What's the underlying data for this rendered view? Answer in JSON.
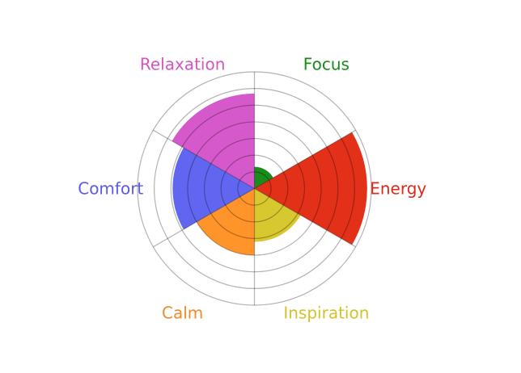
{
  "chart_data": {
    "type": "polar-bar",
    "title": "",
    "categories": [
      "Focus",
      "Energy",
      "Inspiration",
      "Calm",
      "Comfort",
      "Relaxation"
    ],
    "values": [
      1.3,
      6.75,
      3.2,
      4.0,
      4.9,
      5.7
    ],
    "colors": [
      "#008000",
      "#e01a00",
      "#d4c21a",
      "#ff8814",
      "#4f55ee",
      "#d147c5"
    ],
    "label_colors": [
      "#1a8a1a",
      "#e0281a",
      "#d4c22a",
      "#f08a2a",
      "#5a5ae8",
      "#d455c4"
    ],
    "rlim": [
      0,
      7
    ],
    "r_grid": [
      1,
      2,
      3,
      4,
      5,
      6,
      7
    ],
    "grid": true,
    "start_angle": "top",
    "direction": "clockwise"
  }
}
